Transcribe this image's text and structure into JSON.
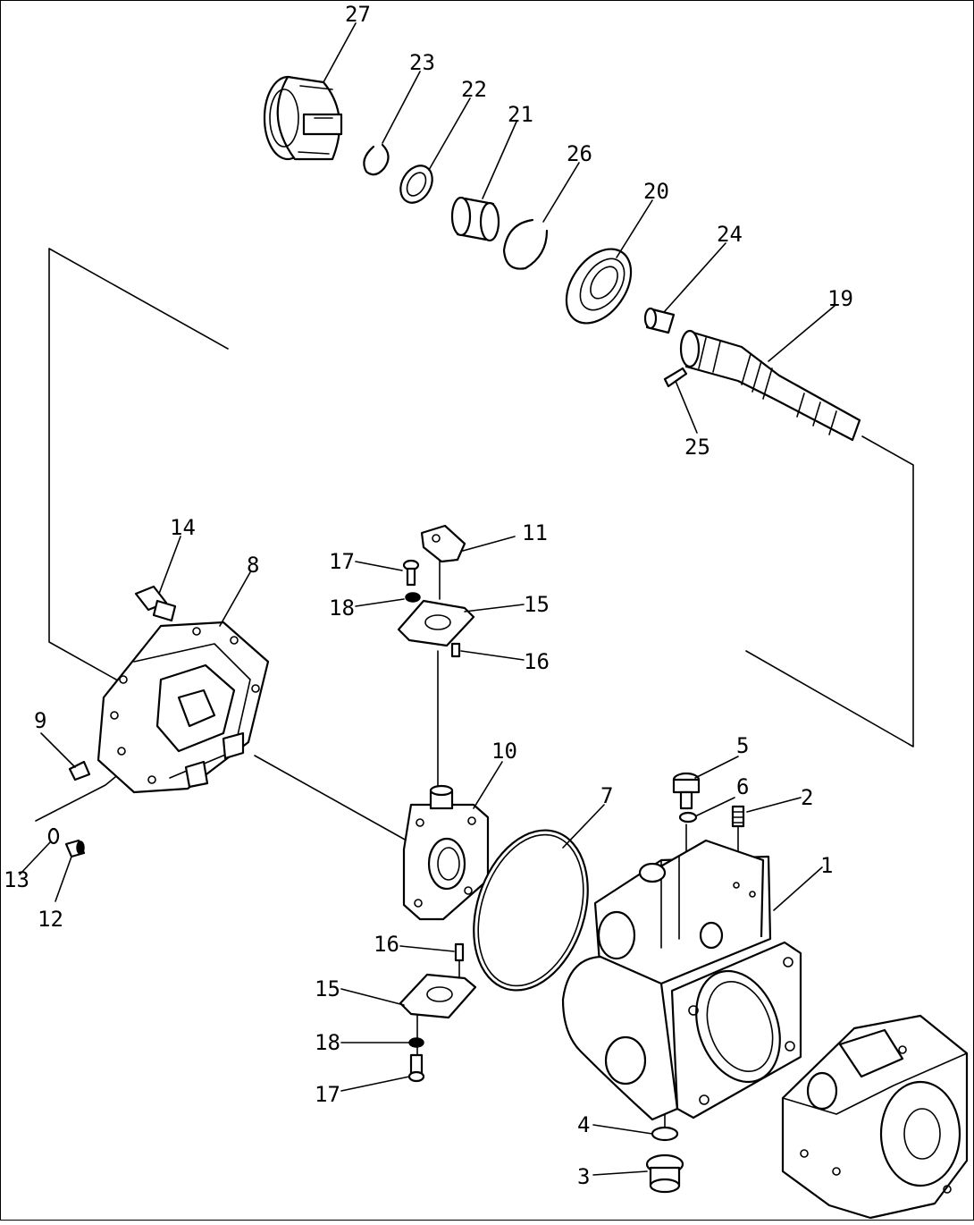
{
  "callouts": [
    {
      "id": "27",
      "label": "27"
    },
    {
      "id": "23",
      "label": "23"
    },
    {
      "id": "22",
      "label": "22"
    },
    {
      "id": "21",
      "label": "21"
    },
    {
      "id": "26",
      "label": "26"
    },
    {
      "id": "20",
      "label": "20"
    },
    {
      "id": "24",
      "label": "24"
    },
    {
      "id": "19",
      "label": "19"
    },
    {
      "id": "25",
      "label": "25"
    },
    {
      "id": "14",
      "label": "14"
    },
    {
      "id": "8",
      "label": "8"
    },
    {
      "id": "11",
      "label": "11"
    },
    {
      "id": "17a",
      "label": "17"
    },
    {
      "id": "18a",
      "label": "18"
    },
    {
      "id": "15a",
      "label": "15"
    },
    {
      "id": "16a",
      "label": "16"
    },
    {
      "id": "9",
      "label": "9"
    },
    {
      "id": "10",
      "label": "10"
    },
    {
      "id": "5",
      "label": "5"
    },
    {
      "id": "6",
      "label": "6"
    },
    {
      "id": "2",
      "label": "2"
    },
    {
      "id": "7",
      "label": "7"
    },
    {
      "id": "1",
      "label": "1"
    },
    {
      "id": "13",
      "label": "13"
    },
    {
      "id": "12",
      "label": "12"
    },
    {
      "id": "16b",
      "label": "16"
    },
    {
      "id": "15b",
      "label": "15"
    },
    {
      "id": "18b",
      "label": "18"
    },
    {
      "id": "17b",
      "label": "17"
    },
    {
      "id": "4",
      "label": "4"
    },
    {
      "id": "3",
      "label": "3"
    }
  ]
}
